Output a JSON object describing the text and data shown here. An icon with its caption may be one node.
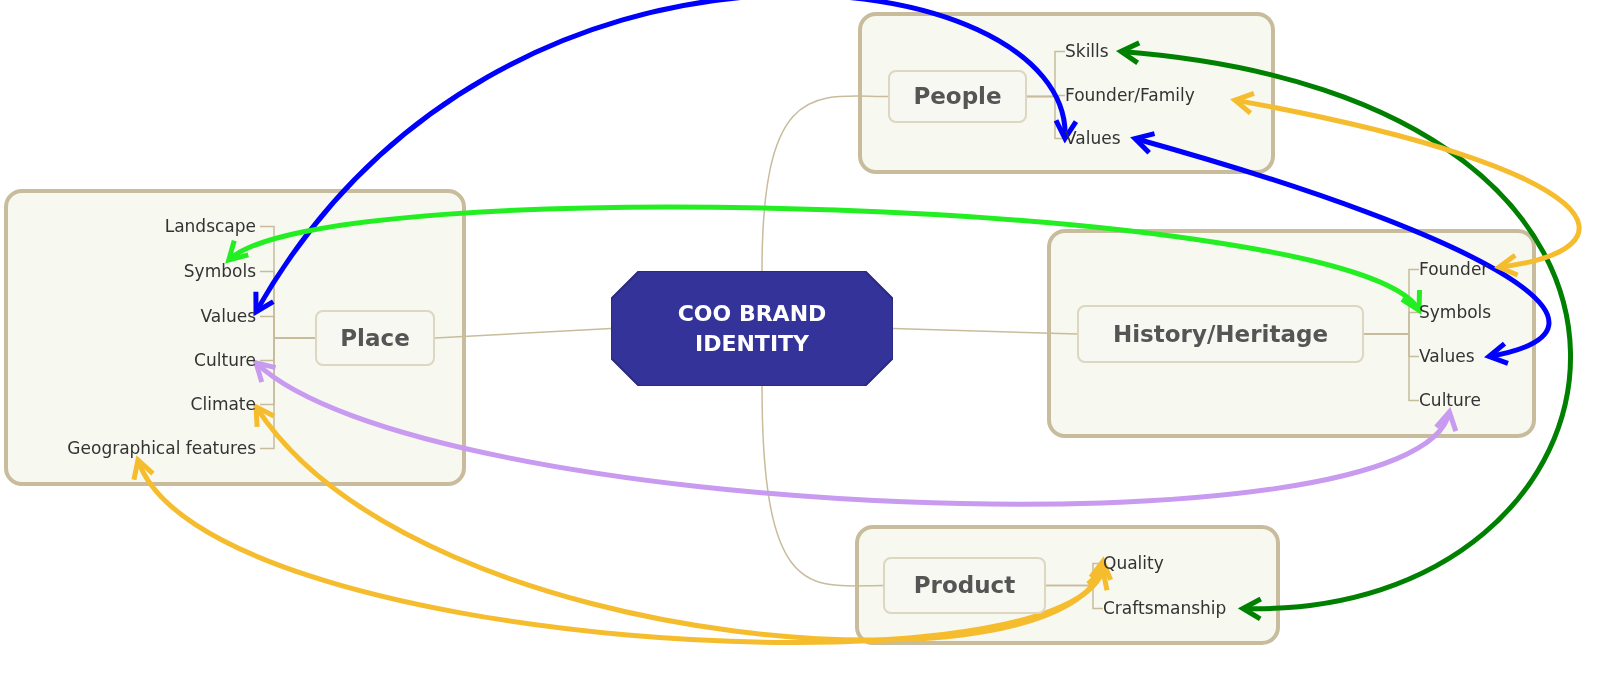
{
  "diagram": {
    "nodes": [
      {
        "text": [
          "COO BRAND IDENTITY"
        ]
      },
      {
        "text": [],
        "shape": "box"
      },
      {
        "text": [
          "Place"
        ],
        "in": 1
      },
      {
        "text": [
          "Landscape"
        ],
        "in": 1
      },
      {
        "text": [
          "Symbols"
        ],
        "in": 1
      },
      {
        "text": [
          "Values"
        ],
        "in": 1
      },
      {
        "text": [
          "Culture"
        ],
        "in": 1
      },
      {
        "text": [
          "Climate"
        ],
        "in": 1
      },
      {
        "text": [
          "Geographical features"
        ],
        "in": 1
      },
      {
        "text": [],
        "shape": "box"
      },
      {
        "text": [
          "People"
        ],
        "in": 9
      },
      {
        "text": [
          "Skills"
        ],
        "in": 9
      },
      {
        "text": [
          "Founder/Family"
        ],
        "in": 9
      },
      {
        "text": [
          "Values"
        ],
        "in": 9
      },
      {
        "text": [],
        "shape": "box"
      },
      {
        "text": [
          "History/Heritage"
        ],
        "in": 14
      },
      {
        "text": [
          "Founder"
        ],
        "in": 14
      },
      {
        "text": [
          "Symbols"
        ],
        "in": 14
      },
      {
        "text": [
          "Values"
        ],
        "in": 14
      },
      {
        "text": [
          "Culture"
        ],
        "in": 14
      },
      {
        "text": [],
        "shape": "box"
      },
      {
        "text": [
          "Product"
        ],
        "in": 20
      },
      {
        "text": [
          "Quality"
        ],
        "in": 20
      },
      {
        "text": [
          "Craftsmanship"
        ],
        "in": 20
      }
    ],
    "edges": [
      {
        "from": 0,
        "to": 2,
        "arrow": "none"
      },
      {
        "from": 0,
        "to": 10,
        "arrow": "none"
      },
      {
        "from": 0,
        "to": 15,
        "arrow": "none"
      },
      {
        "from": 0,
        "to": 21,
        "arrow": "none"
      },
      {
        "from": 2,
        "to": 3,
        "arrow": "none"
      },
      {
        "from": 2,
        "to": 4,
        "arrow": "none"
      },
      {
        "from": 2,
        "to": 5,
        "arrow": "none"
      },
      {
        "from": 2,
        "to": 6,
        "arrow": "none"
      },
      {
        "from": 2,
        "to": 7,
        "arrow": "none"
      },
      {
        "from": 2,
        "to": 8,
        "arrow": "none"
      },
      {
        "from": 10,
        "to": 11,
        "arrow": "none"
      },
      {
        "from": 10,
        "to": 12,
        "arrow": "none"
      },
      {
        "from": 10,
        "to": 13,
        "arrow": "none"
      },
      {
        "from": 15,
        "to": 16,
        "arrow": "none"
      },
      {
        "from": 15,
        "to": 17,
        "arrow": "none"
      },
      {
        "from": 15,
        "to": 18,
        "arrow": "none"
      },
      {
        "from": 15,
        "to": 19,
        "arrow": "none"
      },
      {
        "from": 21,
        "to": 22,
        "arrow": "none"
      },
      {
        "from": 21,
        "to": 23,
        "arrow": "none"
      },
      {
        "from": 5,
        "to": 13,
        "arrow": "both",
        "style": "thick",
        "color": "#0000ff"
      },
      {
        "from": 13,
        "to": 18,
        "arrow": "both",
        "style": "thick",
        "color": "#0000ff"
      },
      {
        "from": 4,
        "to": 17,
        "arrow": "both",
        "style": "thick",
        "color": "#22ee22"
      },
      {
        "from": 11,
        "to": 23,
        "arrow": "both",
        "style": "thick",
        "color": "#008000"
      },
      {
        "from": 12,
        "to": 16,
        "arrow": "both",
        "style": "thick",
        "color": "#f5bd2e"
      },
      {
        "from": 6,
        "to": 19,
        "arrow": "both",
        "style": "thick",
        "color": "#c89af0"
      },
      {
        "from": 7,
        "to": 22,
        "arrow": "both",
        "style": "thick",
        "color": "#f5bd2e"
      },
      {
        "from": 8,
        "to": 22,
        "arrow": "both",
        "style": "thick",
        "color": "#f5bd2e"
      }
    ]
  }
}
